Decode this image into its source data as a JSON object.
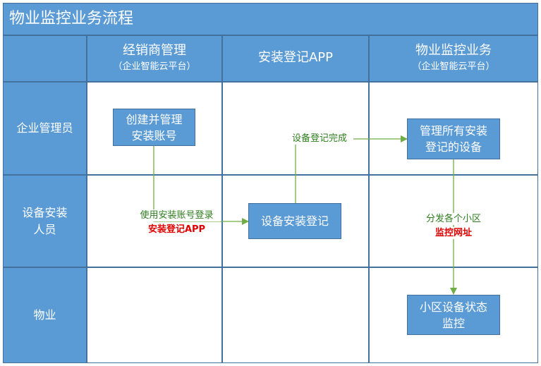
{
  "title": "物业监控业务流程",
  "columns": [
    {
      "title": "经销商管理",
      "subtitle": "（企业智能云平台）"
    },
    {
      "title": "安装登记APP",
      "subtitle": ""
    },
    {
      "title": "物业监控业务",
      "subtitle": "（企业智能云平台）"
    }
  ],
  "lanes": [
    "企业管理员",
    "设备安装\n人员",
    "物业"
  ],
  "boxes": {
    "create_account": "创建并管理\n安装账号",
    "install_register": "设备安装登记",
    "manage_devices": "管理所有安装\n登记的设备",
    "monitor_status": "小区设备状态\n监控"
  },
  "labels": {
    "use_account_login": "使用安装账号登录",
    "install_app": "安装登记APP",
    "register_done": "设备登记完成",
    "distribute": "分发各个小区",
    "monitor_url": "监控网址"
  },
  "colors": {
    "accent": "#5b9bd5",
    "border": "#41719c",
    "arrow": "#70ad47",
    "highlight": "#e00000"
  }
}
